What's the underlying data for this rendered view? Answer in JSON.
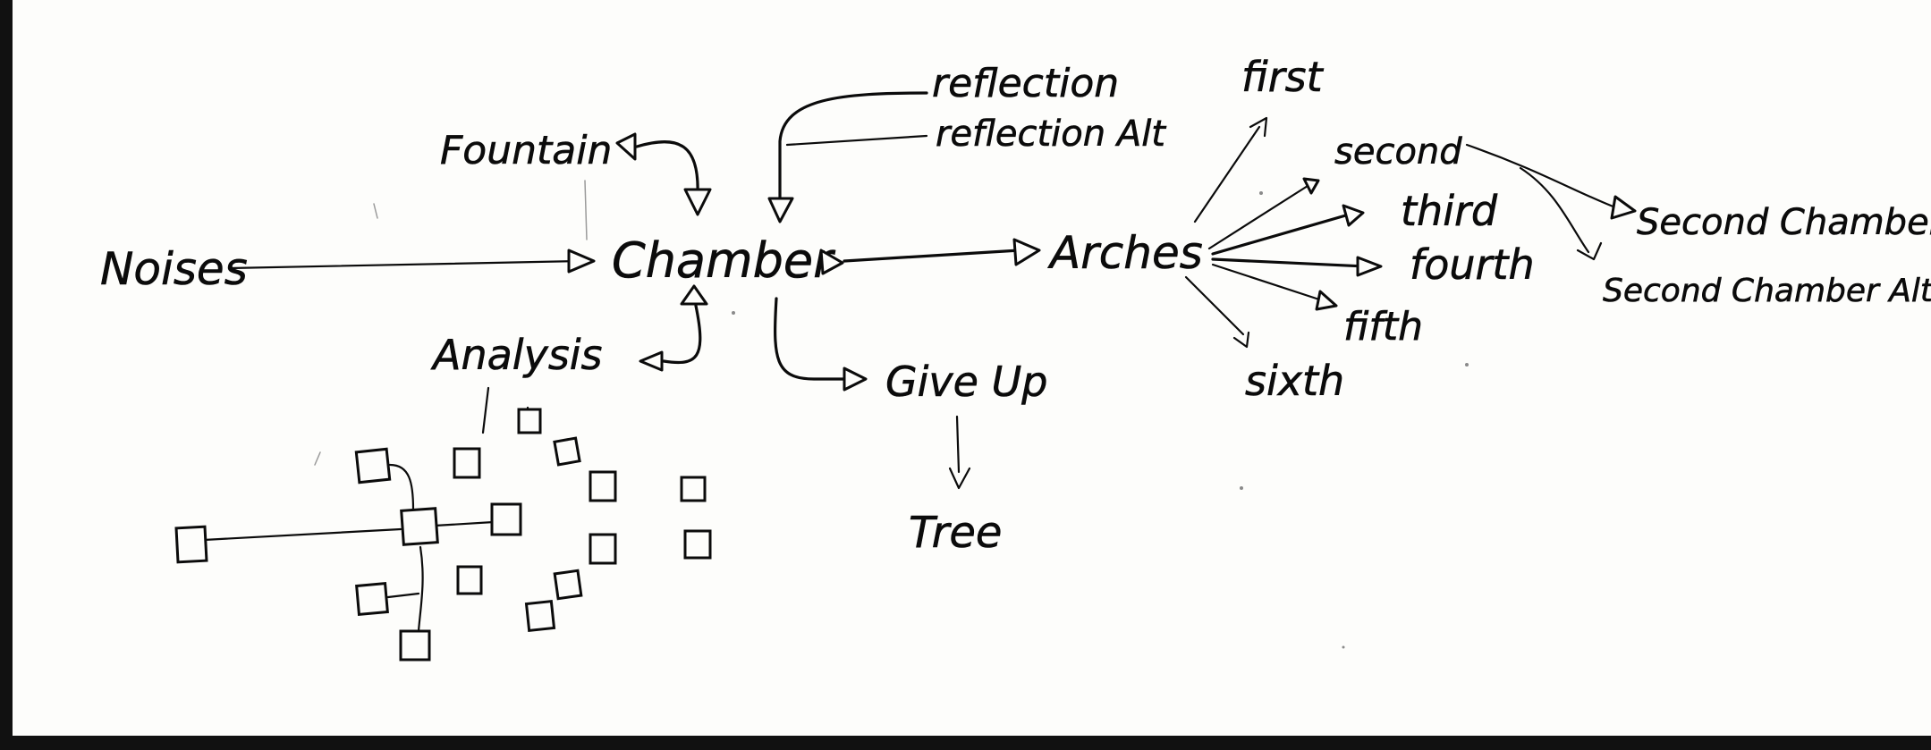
{
  "labels": {
    "fountain": "Fountain",
    "noises": "Noises",
    "chamber": "Chamber",
    "analysis": "Analysis",
    "give_up": "Give Up",
    "tree": "Tree",
    "reflection": "reflection",
    "reflection_alt": "reflection Alt",
    "arches": "Arches",
    "first": "first",
    "second": "second",
    "third": "third",
    "fourth": "fourth",
    "fifth": "fifth",
    "sixth": "sixth",
    "second_chamber": "Second Chamber",
    "second_chamber_alt": "Second Chamber Alt"
  },
  "colors": {
    "paper": "#fdfdfb",
    "ink": "#0b0b0b",
    "background": "#111111"
  }
}
